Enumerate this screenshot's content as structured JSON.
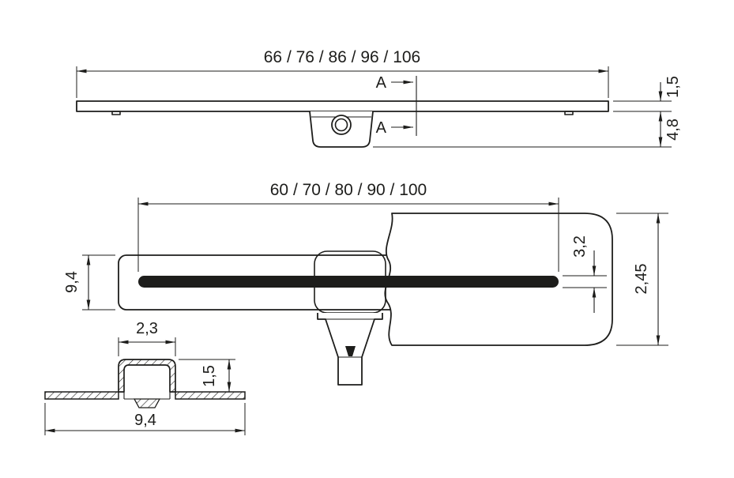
{
  "colors": {
    "background": "#ffffff",
    "line": "#1d1d1b",
    "slot_fill": "#1d1d1b"
  },
  "side_view": {
    "length_dim": "66 / 76 / 86 / 96 / 106",
    "thickness_dim": "1,5",
    "trap_depth_dim": "4,8",
    "section_marker_top": "A",
    "section_marker_bottom": "A"
  },
  "plan_view": {
    "slot_length_dim": "60 / 70 / 80 / 90 / 100",
    "channel_width_dim": "9,4",
    "slot_width_dim": "3,2",
    "flange_length_dim": "2,45"
  },
  "section_view": {
    "channel_width_dim": "2,3",
    "channel_height_dim": "1,5",
    "flange_width_dim": "9,4"
  }
}
